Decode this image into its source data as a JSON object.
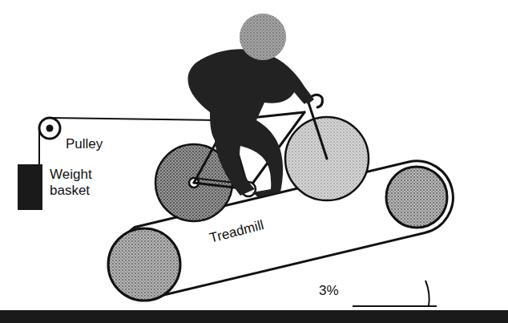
{
  "diagram": {
    "labels": [
      "Pulley",
      "Weight basket",
      "Treadmill",
      "3%"
    ]
  }
}
